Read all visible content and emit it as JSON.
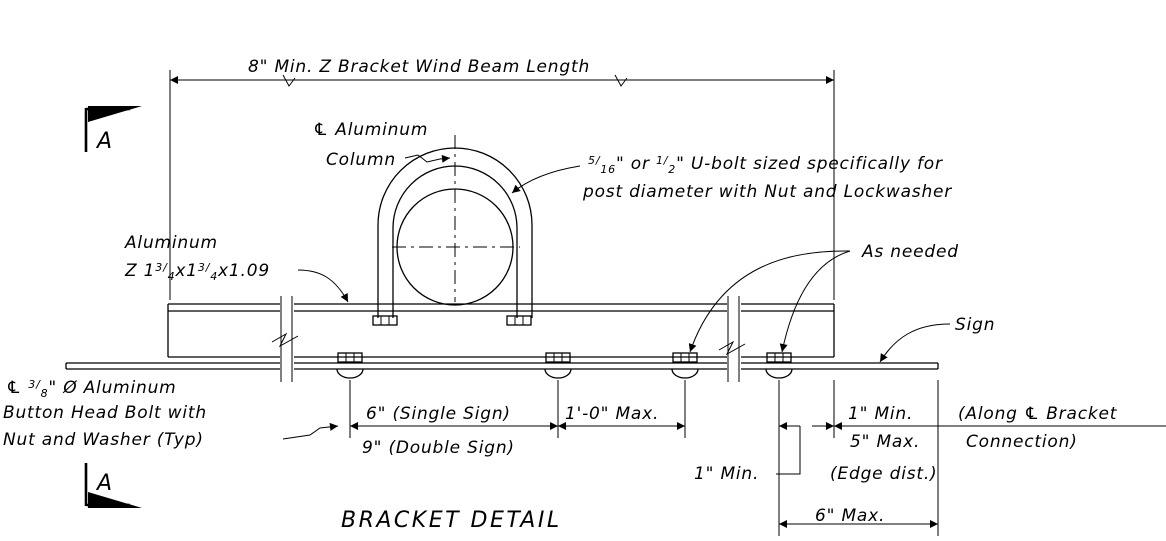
{
  "title": "BRACKET DETAIL",
  "section_marker": "A",
  "labels": {
    "wind_beam_prefix": "8\" Min. Z Bracket Wind Beam",
    "wind_beam_suffix": "Length",
    "cl_symbol": "℄",
    "column_line1": "Aluminum",
    "column_line2": "Column",
    "ubolt_lead": "\" or ",
    "ubolt_tail": "\" U-bolt sized specifically for",
    "ubolt_line2": "post diameter with Nut and Lockwasher",
    "frac_5_num": "5",
    "frac_5_den": "16",
    "frac_1_num": "1",
    "frac_1_den": "2",
    "frac_3_num": "3",
    "frac_3_den": "4",
    "frac_38_num": "3",
    "frac_38_den": "8",
    "zsec_line1": "Aluminum",
    "zsec_a": "Z 1",
    "zsec_b": "x1",
    "zsec_c": "x1.09",
    "as_needed": "As needed",
    "sign": "Sign",
    "bolt_a": "\" Ø Aluminum",
    "bolt_line2": "Button Head Bolt with",
    "bolt_line3": "Nut and Washer (Typ)",
    "single_sign": "6\" (Single Sign)",
    "max_1ft": "1'-0\" Max.",
    "double_sign": "9\" (Double Sign)",
    "min_1_right": "1\" Min.",
    "along_a": "(Along ",
    "along_b": " Bracket",
    "along_line2": "Connection)",
    "max_5": "5\" Max.",
    "edge_dist": "(Edge dist.)",
    "min_1_left": "1\" Min.",
    "max_6": "6\" Max."
  }
}
